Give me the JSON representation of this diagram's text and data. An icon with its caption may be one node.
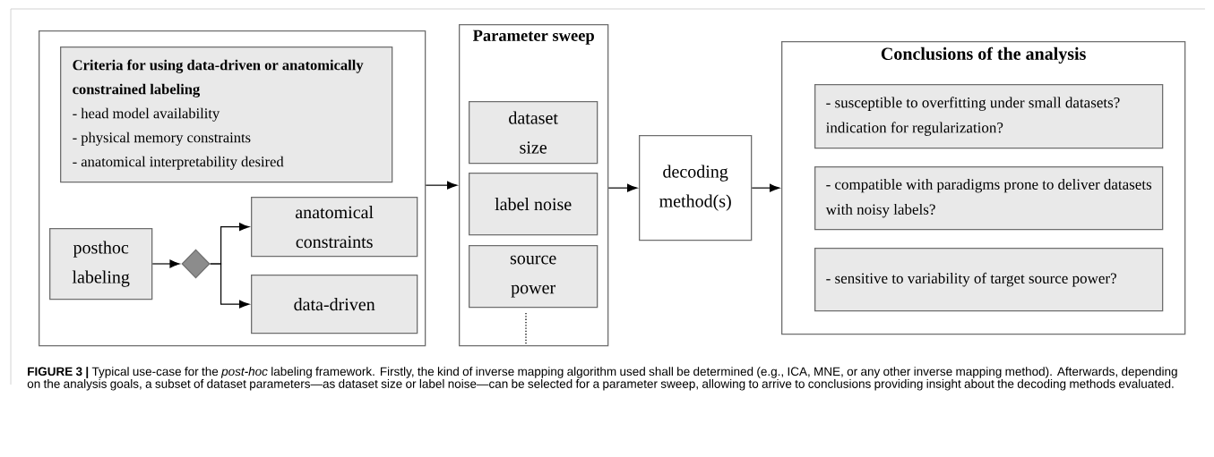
{
  "diagram": {
    "caption": "**FIGURE 3 |** Typical use-case for the *post-hoc* labeling framework. Firstly, the kind of inverse mapping algorithm used shall be determined (e.g., ICA, MNE, or any other inverse mapping method). Afterwards, depending on the analysis goals, a subset of dataset parameters—as dataset size or label noise—can be selected for a parameter sweep, allowing to arrive to conclusions providing insight about the decoding methods evaluated.",
    "nodes": [
      {
        "text": [],
        "shape": "box"
      },
      {
        "text": [
          "Criteria for using data-driven or anatomically constrained labeling",
          "- head model availability",
          "- physical memory constraints",
          "- anatomical interpretability desired"
        ],
        "in": 0
      },
      {
        "text": [
          "posthoc labeling"
        ],
        "in": 0
      },
      {
        "text": [],
        "shape": "diamond",
        "in": 0
      },
      {
        "text": [
          "anatomical constraints"
        ],
        "in": 0
      },
      {
        "text": [
          "data-driven"
        ],
        "in": 0
      },
      {
        "text": [
          "Parameter sweep"
        ]
      },
      {
        "text": [
          "dataset size"
        ],
        "in": 6
      },
      {
        "text": [
          "label noise"
        ],
        "in": 6
      },
      {
        "text": [
          "source power"
        ],
        "in": 6
      },
      {
        "text": [
          "decoding method(s)"
        ]
      },
      {
        "text": [
          "Conclusions of the analysis"
        ]
      },
      {
        "text": [
          "- susceptible to overfitting under small datasets? indication for regularization?"
        ],
        "in": 11
      },
      {
        "text": [
          "- compatible with paradigms prone to deliver datasets with noisy labels?"
        ],
        "in": 11
      },
      {
        "text": [
          "- sensitive to variability of target source power?"
        ],
        "in": 11
      }
    ],
    "edges": [
      {
        "from": 0,
        "to": 6,
        "arrow": "to"
      },
      {
        "from": 6,
        "to": 10,
        "arrow": "to"
      },
      {
        "from": 10,
        "to": 11,
        "arrow": "to"
      },
      {
        "from": 2,
        "to": 3,
        "arrow": "to"
      },
      {
        "from": 3,
        "to": 4,
        "arrow": "to"
      },
      {
        "from": 3,
        "to": 5,
        "arrow": "to"
      }
    ]
  }
}
